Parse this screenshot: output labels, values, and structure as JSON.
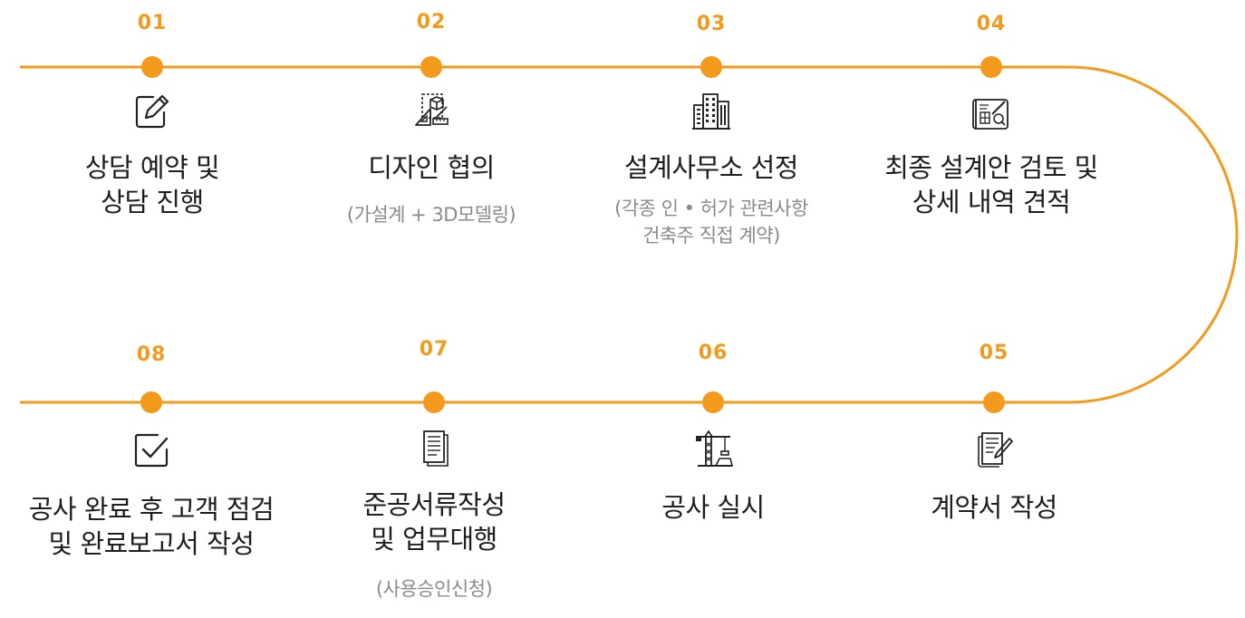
{
  "accent_color": "#f39a1d",
  "steps": [
    {
      "number": "01",
      "icon": "edit-icon",
      "title": [
        "상담 예약 및",
        "상담 진행"
      ],
      "sub": []
    },
    {
      "number": "02",
      "icon": "design-tools-icon",
      "title": [
        "디자인 협의"
      ],
      "sub": [
        "(가설계 + 3D모델링)"
      ]
    },
    {
      "number": "03",
      "icon": "building-icon",
      "title": [
        "설계사무소 선정"
      ],
      "sub": [
        "(각종 인 • 허가 관련사항",
        "건축주 직접 계약)"
      ]
    },
    {
      "number": "04",
      "icon": "blueprint-icon",
      "title": [
        "최종 설계안 검토 및",
        "상세 내역 견적"
      ],
      "sub": []
    },
    {
      "number": "05",
      "icon": "contract-icon",
      "title": [
        "계약서 작성"
      ],
      "sub": []
    },
    {
      "number": "06",
      "icon": "crane-icon",
      "title": [
        "공사 실시"
      ],
      "sub": []
    },
    {
      "number": "07",
      "icon": "document-icon",
      "title": [
        "준공서류작성",
        "및 업무대행"
      ],
      "sub": [
        "(사용승인신청)"
      ]
    },
    {
      "number": "08",
      "icon": "checkbox-icon",
      "title": [
        "공사 완료 후 고객 점검",
        "및 완료보고서 작성"
      ],
      "sub": []
    }
  ]
}
